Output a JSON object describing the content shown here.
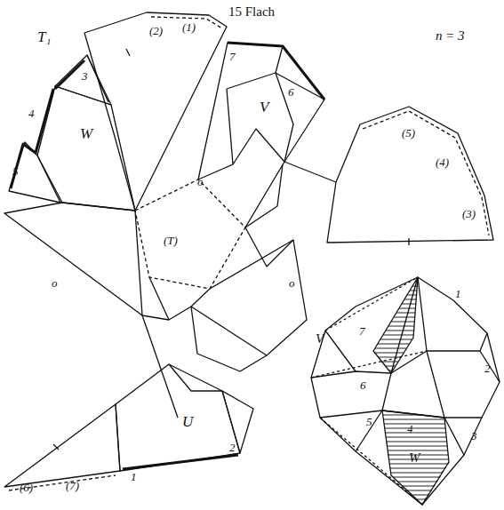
{
  "diagram": {
    "title": "15 Flach",
    "labels": [
      "T₁",
      "n = 3",
      "(2)",
      "(1)",
      "3",
      "4",
      "W",
      "5",
      "o",
      "7",
      "V",
      "6",
      "(5)",
      "(4)",
      "(3)",
      "(T)",
      "o",
      "o",
      "U",
      "1",
      "2",
      "(6)",
      "(7)",
      "V",
      "7",
      "1",
      "2",
      "6",
      "5",
      "4",
      "3",
      "W"
    ]
  }
}
